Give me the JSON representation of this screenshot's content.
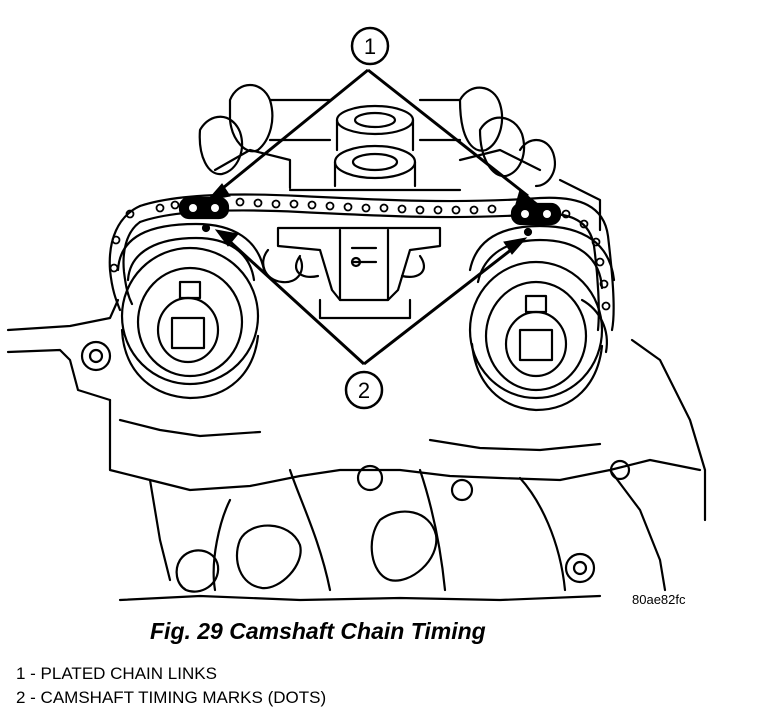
{
  "callouts": [
    {
      "number": "1"
    },
    {
      "number": "2"
    }
  ],
  "image_id": "80ae82fc",
  "caption": "Fig. 29 Camshaft Chain Timing",
  "legend": [
    {
      "text": "1 - PLATED CHAIN LINKS"
    },
    {
      "text": "2 - CAMSHAFT TIMING MARKS (DOTS)"
    }
  ]
}
